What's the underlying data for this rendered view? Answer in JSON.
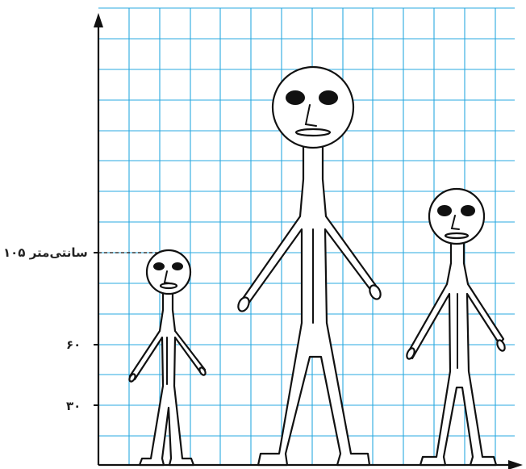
{
  "labels": {
    "tick_105": "۱۰۵ سانتی‌متر",
    "tick_60": "۶۰",
    "tick_30": "۳۰"
  },
  "colors": {
    "grid": "#29a9e0",
    "ink": "#111111"
  }
}
